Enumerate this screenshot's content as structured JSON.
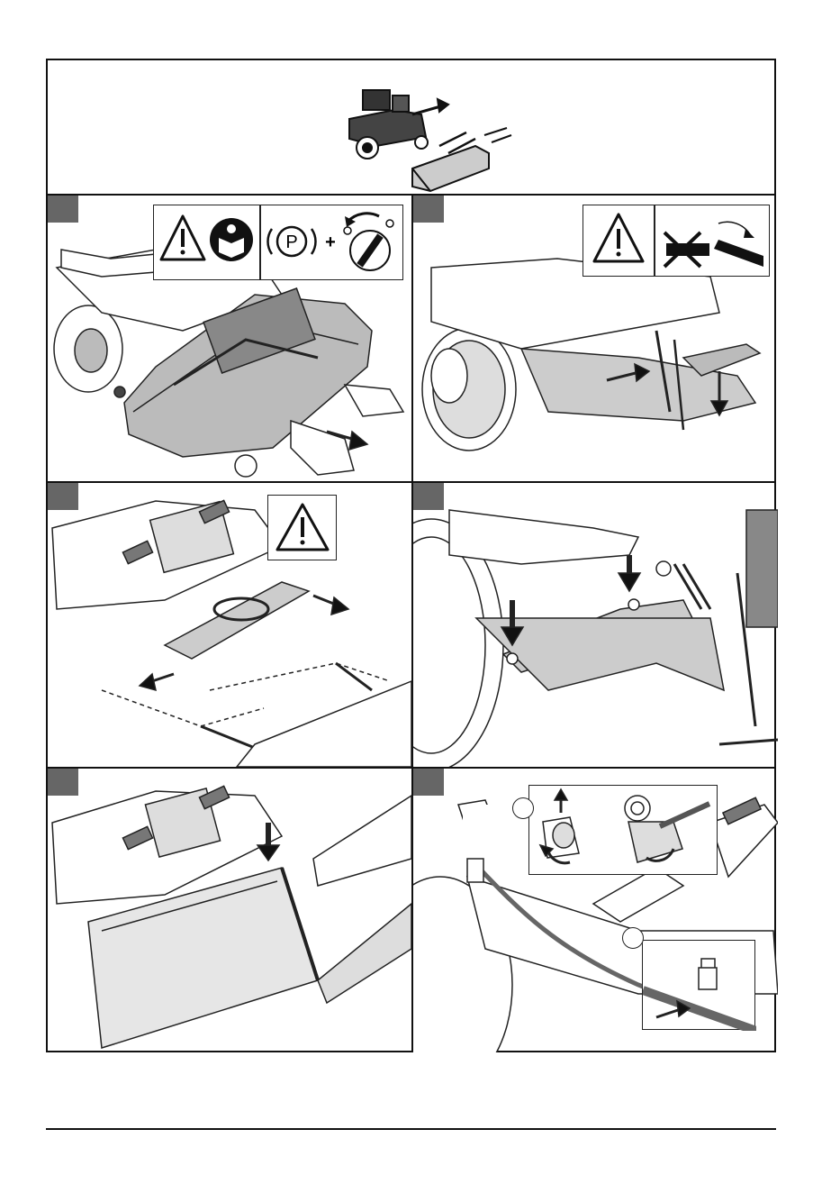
{
  "sheet": {
    "header_illustration": "tractor-with-plow-attachment",
    "symbols": {
      "panel1_warning": [
        "warning-triangle-icon",
        "read-manual-icon",
        "parking-brake-icon",
        "ignition-key-icon"
      ],
      "panel1_plus": "+",
      "panel1_brake_letter": "P",
      "panel2_warning": [
        "warning-triangle-icon",
        "no-hands-crush-icon"
      ],
      "panel3_warning": [
        "warning-triangle-icon"
      ]
    },
    "steps": [
      {
        "id": "step-1",
        "illustration": "remove-mower-deck"
      },
      {
        "id": "step-2",
        "illustration": "release-lift-spring"
      },
      {
        "id": "step-3",
        "illustration": "attach-plow-frame"
      },
      {
        "id": "step-4",
        "illustration": "lower-lift-arms"
      },
      {
        "id": "step-5",
        "illustration": "mount-plow-blade"
      },
      {
        "id": "step-6",
        "illustration": "connect-hydraulic-hose"
      }
    ]
  }
}
